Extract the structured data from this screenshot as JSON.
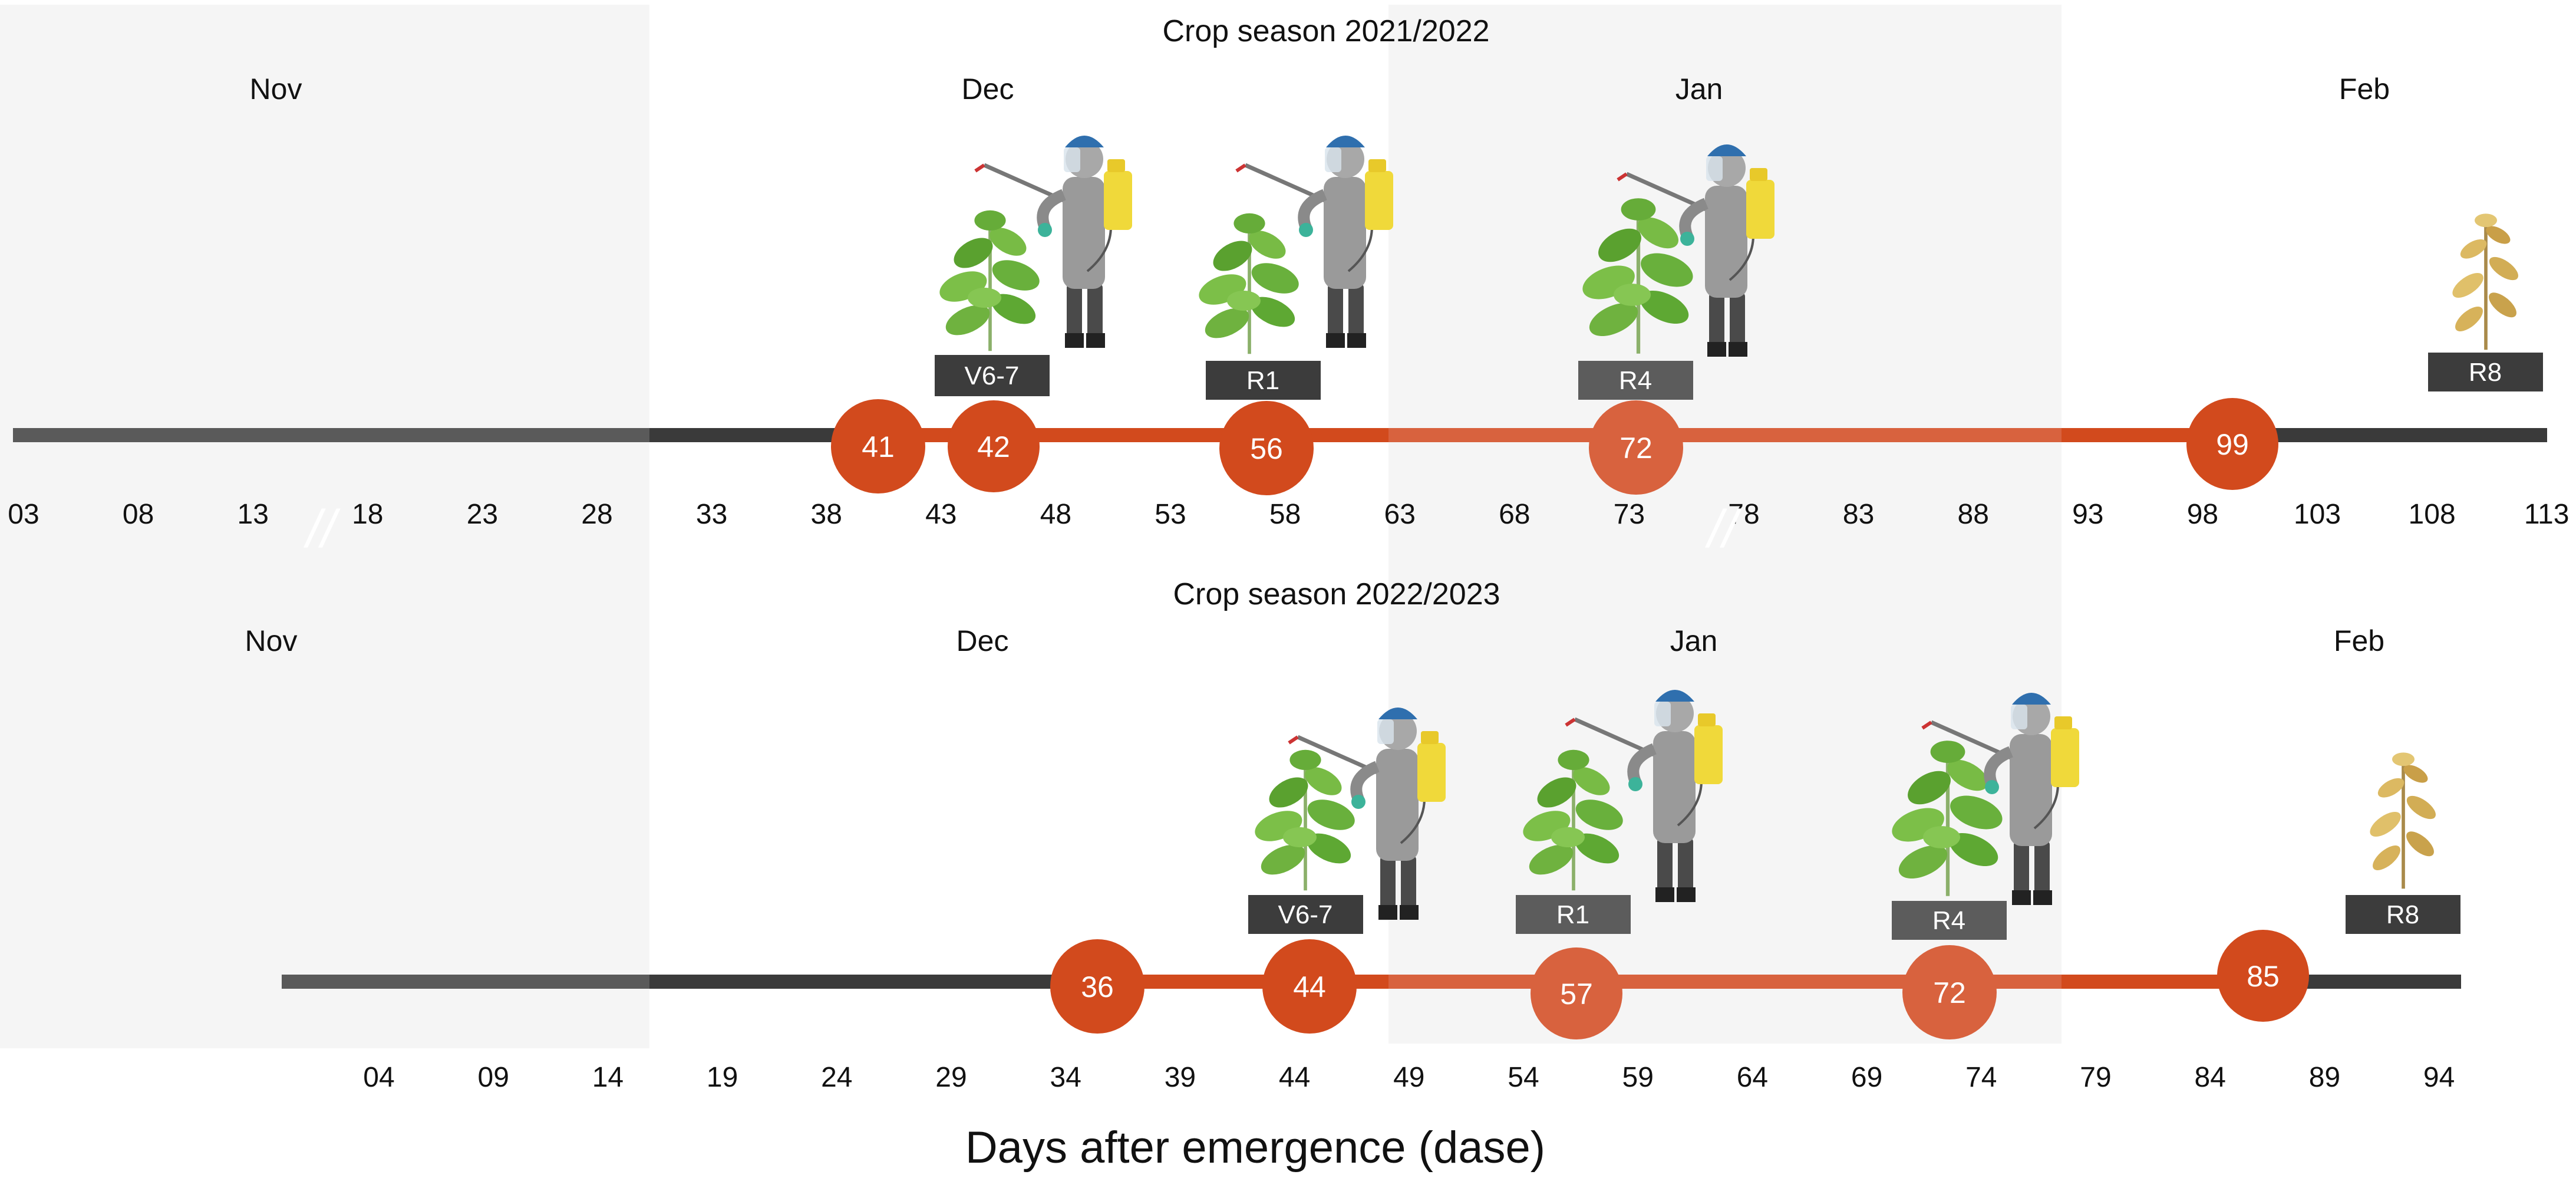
{
  "axis_title": "Days after emergence (dase)",
  "colors": {
    "band": "#f5f5f5",
    "line_light": "#5a5a5a",
    "line_dark": "#3a3a3a",
    "accent": "#d24a1d",
    "accent_light": "#d8623e",
    "stage_dark": "#3c3c3c",
    "stage_mid": "#5c5c5c"
  },
  "seasons": [
    {
      "title": "Crop season 2021/2022",
      "months": [
        "Nov",
        "Dec",
        "Jan",
        "Feb"
      ],
      "ticks": [
        "03",
        "08",
        "13",
        "18",
        "23",
        "28",
        "33",
        "38",
        "43",
        "48",
        "53",
        "58",
        "63",
        "68",
        "73",
        "78",
        "83",
        "88",
        "93",
        "98",
        "103",
        "108",
        "113"
      ],
      "breaks": [
        "//",
        "//"
      ],
      "markers": [
        {
          "value": "41",
          "shade": "dark"
        },
        {
          "value": "42",
          "shade": "dark"
        },
        {
          "value": "56",
          "shade": "dark"
        },
        {
          "value": "72",
          "shade": "light"
        },
        {
          "value": "99",
          "shade": "dark"
        }
      ],
      "stages": [
        "V6-7",
        "R1",
        "R4",
        "R8"
      ]
    },
    {
      "title": "Crop season 2022/2023",
      "months": [
        "Nov",
        "Dec",
        "Jan",
        "Feb"
      ],
      "ticks": [
        "04",
        "09",
        "14",
        "19",
        "24",
        "29",
        "34",
        "39",
        "44",
        "49",
        "54",
        "59",
        "64",
        "69",
        "74",
        "79",
        "84",
        "89",
        "94"
      ],
      "markers": [
        {
          "value": "36",
          "shade": "dark"
        },
        {
          "value": "44",
          "shade": "dark"
        },
        {
          "value": "57",
          "shade": "light"
        },
        {
          "value": "72",
          "shade": "light"
        },
        {
          "value": "85",
          "shade": "dark"
        }
      ],
      "stages": [
        "V6-7",
        "R1",
        "R4",
        "R8"
      ]
    }
  ]
}
